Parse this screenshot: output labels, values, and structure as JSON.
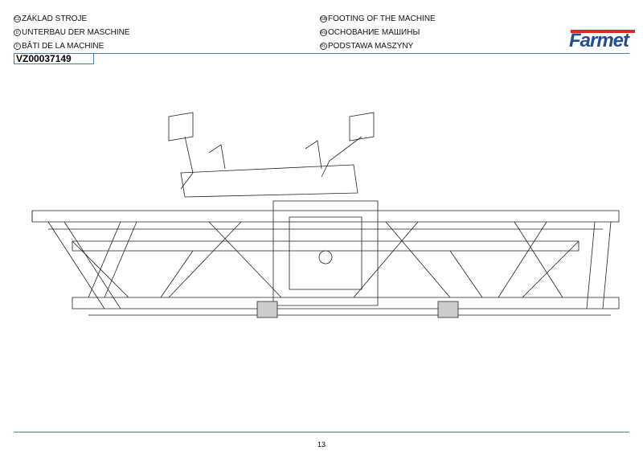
{
  "header": {
    "left": [
      {
        "lang": "CZ",
        "text": "ZÁKLAD STROJE"
      },
      {
        "lang": "D",
        "text": "UNTERBAU DER MASCHINE"
      },
      {
        "lang": "F",
        "text": "BÂTI DE LA MACHINE"
      }
    ],
    "right": [
      {
        "lang": "GB",
        "text": "FOOTING OF THE MACHINE"
      },
      {
        "lang": "RU",
        "text": "ОСНОВАНИЕ МАШИНЫ"
      },
      {
        "lang": "PL",
        "text": "PODSTAWA MASZYNY"
      }
    ],
    "code": "VZ00037149",
    "logo": "Farmet"
  },
  "colors": {
    "rule": "#4a7fa6",
    "logo_red": "#d42b1e",
    "logo_blue": "#1d4f91"
  },
  "footer": {
    "page_number": "13"
  }
}
